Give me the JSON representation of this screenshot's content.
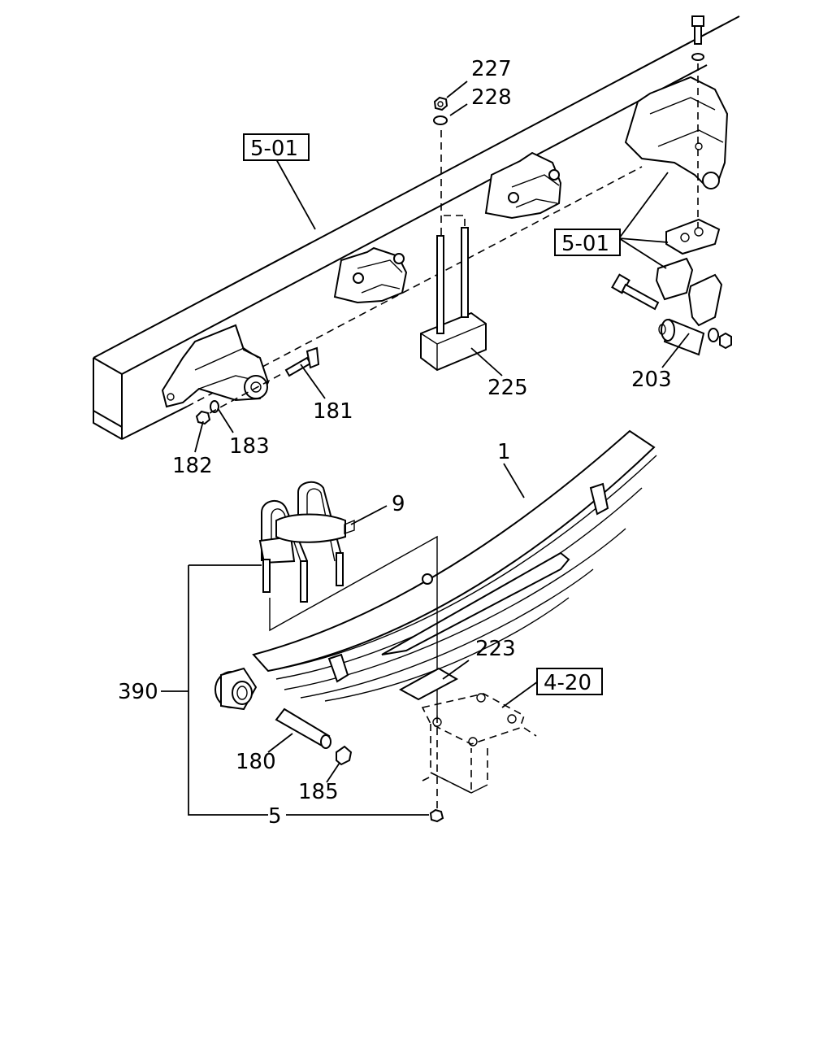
{
  "labels": {
    "p227": "227",
    "p228": "228",
    "ref_frame_top": "5-01",
    "ref_frame_right": "5-01",
    "p225": "225",
    "p203": "203",
    "p181": "181",
    "p183": "183",
    "p182": "182",
    "p1": "1",
    "p9": "9",
    "p223": "223",
    "ref_axle": "4-20",
    "p390": "390",
    "p180": "180",
    "p185": "185",
    "p5": "5"
  }
}
